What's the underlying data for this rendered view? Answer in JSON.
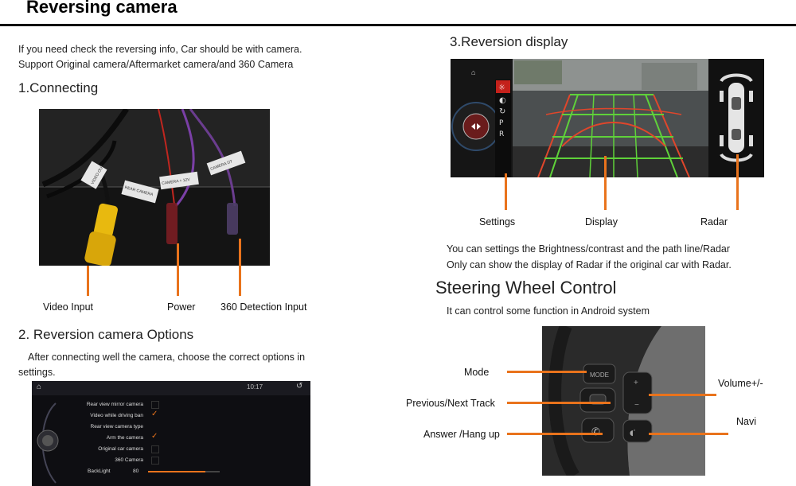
{
  "page_title": "Reversing camera",
  "intro": {
    "line1": "If you need check the reversing info, Car should be with camera.",
    "line2": "Support Original camera/Aftermarket camera/and 360 Camera"
  },
  "connecting": {
    "heading": "1.Connecting",
    "labels": {
      "video": "Video Input",
      "power": "Power",
      "detect360": "360 Detection Input"
    },
    "cable_tags": [
      "VIDEO OUT",
      "REAR CAMERA",
      "CAMERA + 12V",
      "CAMERA DT"
    ]
  },
  "options": {
    "heading": "2. Reversion camera Options",
    "line1": "After connecting well the camera, choose the correct options in",
    "line2": "settings.",
    "screen": {
      "clock": "10:17",
      "rows": [
        {
          "label": "Rear view mirror camera",
          "checked": false
        },
        {
          "label": "Video while driving ban",
          "checked": true
        },
        {
          "label": "Rear view camera type",
          "checked": null
        },
        {
          "label": "Arm the camera",
          "checked": true
        },
        {
          "label": "Original car camera",
          "checked": false
        },
        {
          "label": "360 Camera",
          "checked": false
        }
      ],
      "backlight_label": "BackLight",
      "backlight_value": "80"
    }
  },
  "display": {
    "heading": "3.Reversion display",
    "labels": {
      "settings": "Settings",
      "display": "Display",
      "radar": "Radar"
    },
    "line1": "You can settings the Brightness/contrast and the path line/Radar",
    "line2": "Only can show the display of Radar if the original car with Radar."
  },
  "steering": {
    "heading": "Steering Wheel Control",
    "subtitle": "It can control some function in Android system",
    "labels": {
      "mode": "Mode",
      "track": "Previous/Next Track",
      "answer": "Answer /Hang up",
      "volume": "Volume+/-",
      "navi": "Navi"
    },
    "button_mode_text": "MODE"
  },
  "colors": {
    "accent": "#e9731c",
    "check": "#e9731c",
    "guide_green": "#5fd13a",
    "guide_red": "#e0462b"
  }
}
